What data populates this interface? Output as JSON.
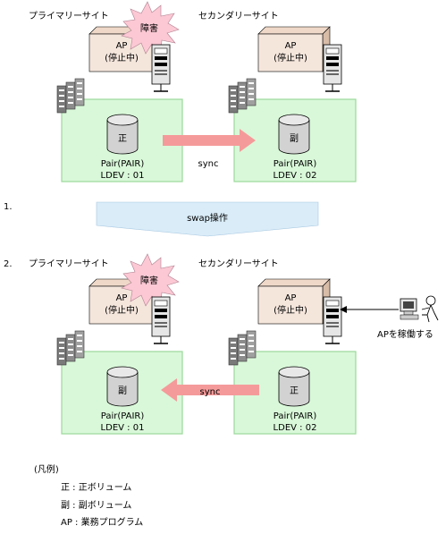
{
  "top": {
    "primary_site": "プライマリーサイト",
    "secondary_site": "セカンダリーサイト",
    "failure": "障害",
    "ap_primary": {
      "line1": "AP",
      "line2": "(停止中)"
    },
    "ap_secondary": {
      "line1": "AP",
      "line2": "(停止中)"
    },
    "primary_volume": "正",
    "secondary_volume": "副",
    "primary_pair": "Pair(PAIR)",
    "primary_ldev": "LDEV : 01",
    "secondary_pair": "Pair(PAIR)",
    "secondary_ldev": "LDEV : 02",
    "sync": "sync"
  },
  "steps": {
    "step1": "1.",
    "step2": "2."
  },
  "operation": "swap操作",
  "bottom": {
    "primary_site": "プライマリーサイト",
    "secondary_site": "セカンダリーサイト",
    "failure": "障害",
    "ap_primary": {
      "line1": "AP",
      "line2": "(停止中)"
    },
    "ap_secondary": {
      "line1": "AP",
      "line2": "(停止中)"
    },
    "primary_volume": "副",
    "secondary_volume": "正",
    "primary_pair": "Pair(PAIR)",
    "primary_ldev": "LDEV : 01",
    "secondary_pair": "Pair(PAIR)",
    "secondary_ldev": "LDEV : 02",
    "sync": "sync",
    "start_ap": "APを稼働する"
  },
  "legend": {
    "title": "(凡例)",
    "items": [
      "正 : 正ボリューム",
      "副 : 副ボリューム",
      "AP : 業務プログラム"
    ]
  },
  "colors": {
    "site_fill": "#d9f8d9",
    "site_stroke": "#9bd89b",
    "ap_fill": "#f5e6dc",
    "burst_fill": "#fbc8d4",
    "swap_fill": "#d9ecf8",
    "arrow_fill": "#f59a9a"
  }
}
